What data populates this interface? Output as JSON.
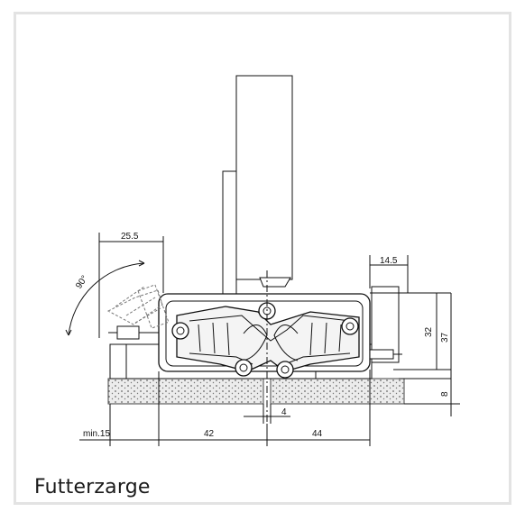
{
  "caption": "Futterzarge",
  "dimensions": {
    "top_left_width": "25.5",
    "angle": "90°",
    "top_right_width": "14.5",
    "height_inner": "32",
    "height_outer": "37",
    "base_height": "8",
    "gap": "4",
    "bottom_min": "min.15",
    "bottom_left": "42",
    "bottom_right": "44"
  },
  "colors": {
    "line": "#111111",
    "border": "#e3e3e3",
    "hatch_fill": "#e8e8e8"
  }
}
